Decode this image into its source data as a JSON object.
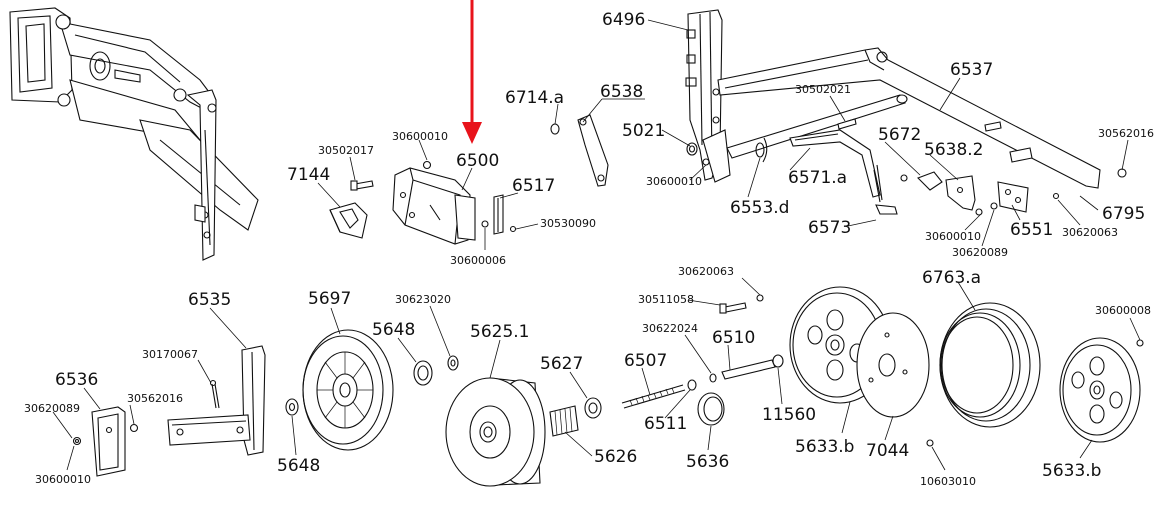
{
  "labels": {
    "p6496": "6496",
    "p6537": "6537",
    "p6714a": "6714.a",
    "p6538": "6538",
    "p30502021": "30502021",
    "p30562016_top": "30562016",
    "p5021": "5021",
    "p5672": "5672",
    "p5638_2": "5638.2",
    "p30600010_top": "30600010",
    "p6571a": "6571.a",
    "p6553d": "6553.d",
    "p6573": "6573",
    "p6795": "6795",
    "p30600010_mid": "30600010",
    "p6551": "6551",
    "p30620063_right": "30620063",
    "p30620089_right": "30620089",
    "p30600010_brk": "30600010",
    "p30502017": "30502017",
    "p6500": "6500",
    "p7144": "7144",
    "p6517": "6517",
    "p30530090": "30530090",
    "p30600006": "30600006",
    "p6535": "6535",
    "p5697": "5697",
    "p30623020": "30623020",
    "p5648_top": "5648",
    "p5625_1": "5625.1",
    "p5627": "5627",
    "p30170067": "30170067",
    "p6536": "6536",
    "p30620089_left": "30620089",
    "p30562016_left": "30562016",
    "p30600010_left": "30600010",
    "p5648_bot": "5648",
    "p5626": "5626",
    "p30620063_mid": "30620063",
    "p30511058": "30511058",
    "p30622024": "30622024",
    "p6510": "6510",
    "p6507": "6507",
    "p6511": "6511",
    "p5636": "5636",
    "p11560": "11560",
    "p5633b_1": "5633.b",
    "p7044": "7044",
    "p6763a": "6763.a",
    "p30600008": "30600008",
    "p10603010": "10603010",
    "p5633b_2": "5633.b"
  },
  "colors": {
    "line": "#111111",
    "arrow": "#e8131b",
    "background": "#ffffff"
  },
  "icons": {
    "pointer": "red-down-arrow-icon"
  }
}
